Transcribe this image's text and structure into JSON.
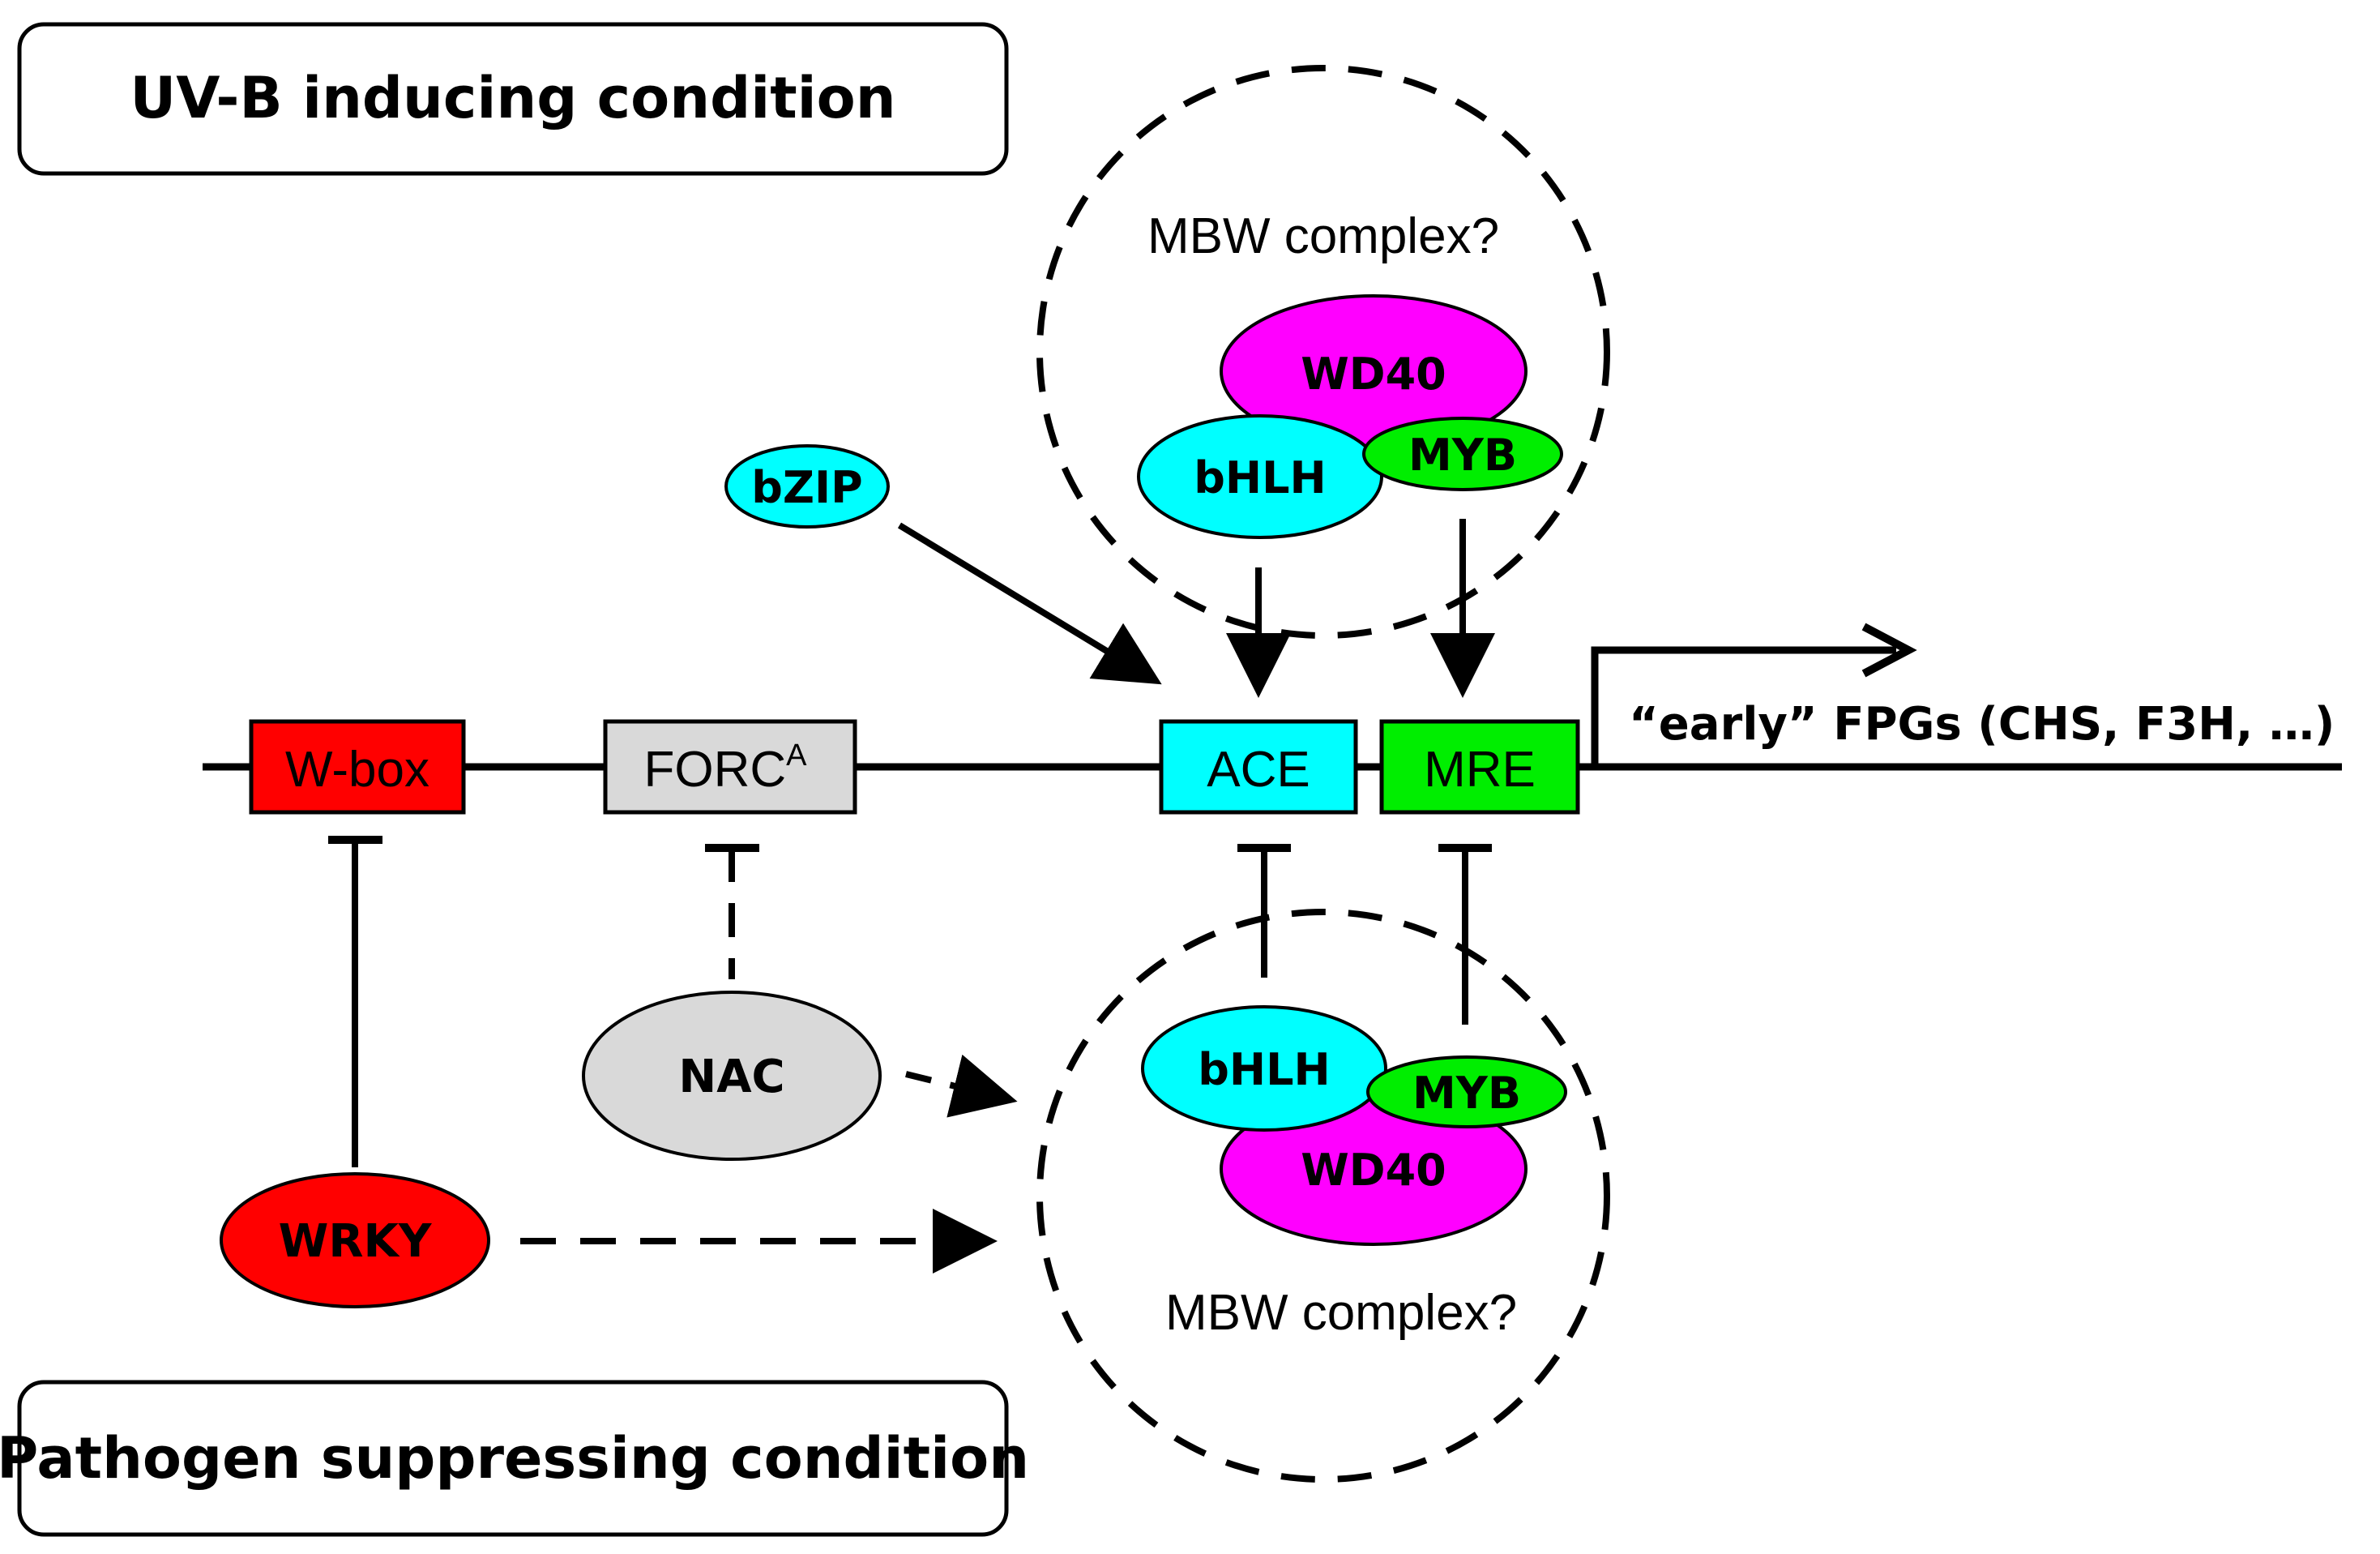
{
  "conditions": {
    "uvb": "UV-B inducing condition",
    "pathogen": "Pathogen suppressing condition"
  },
  "complex": {
    "upper_label": "MBW complex?",
    "lower_label": "MBW complex?"
  },
  "proteins": {
    "wd40": "WD40",
    "bhlh": "bHLH",
    "myb": "MYB",
    "bzip": "bZIP",
    "nac": "NAC",
    "wrky": "WRKY"
  },
  "elements": {
    "wbox": "W-box",
    "forc": "FORC",
    "forc_sup": "A",
    "ace": "ACE",
    "mre": "MRE"
  },
  "genes": {
    "label": "“early” FPGs (CHS, F3H, …)"
  },
  "colors": {
    "red": "#ff0000",
    "grey": "#d9d9d9",
    "cyan": "#00ffff",
    "green": "#00ee00",
    "magenta": "#ff00ff",
    "line": "#000000"
  }
}
